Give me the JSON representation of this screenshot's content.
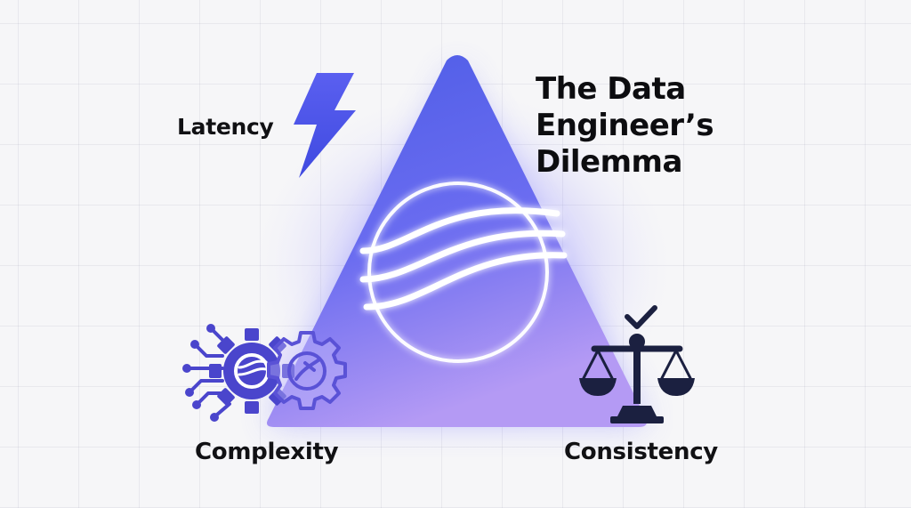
{
  "title": {
    "line1": "The Data",
    "line2": "Engineer’s",
    "line3": "Dilemma"
  },
  "vertices": {
    "latency": "Latency",
    "complexity": "Complexity",
    "consistency": "Consistency"
  },
  "icons": {
    "top": "lightning-bolt-icon",
    "center": "stream-waves-icon",
    "left": "gears-circuit-icon",
    "right": "balance-scale-icon",
    "right_accent": "checkmark-icon"
  },
  "colors": {
    "triangle_top": "#4f5fe6",
    "triangle_bottom": "#a68cf2",
    "bolt": "#4b56ea",
    "gears": "#4a45cc",
    "scale": "#1b2040",
    "text": "#111114"
  }
}
